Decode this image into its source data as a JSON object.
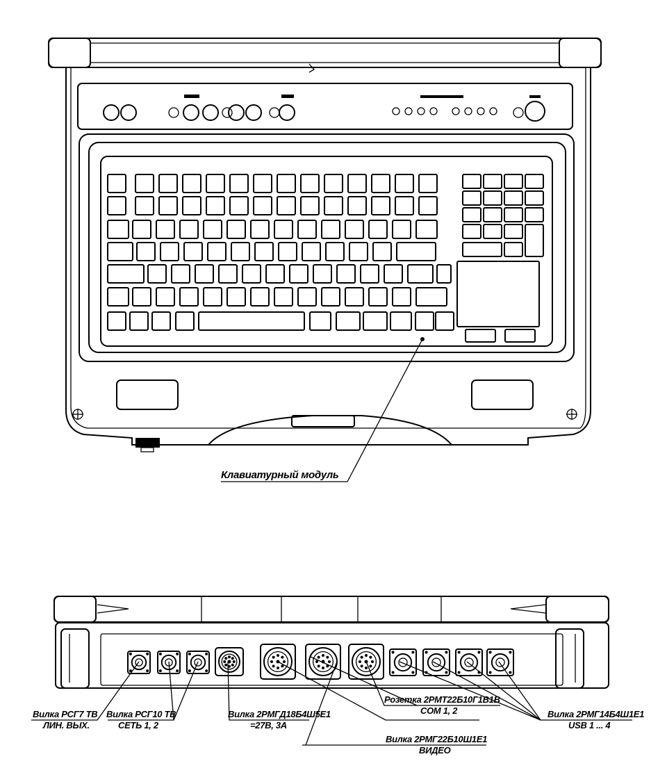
{
  "top_view": {
    "callout_keyboard": "Клавиатурный модуль"
  },
  "rear_view": {
    "callouts": [
      {
        "line1": "Вилка РСГ7 ТВ",
        "line2": "ЛИН. ВЫХ."
      },
      {
        "line1": "Вилка РСГ10 ТВ",
        "line2": "СЕТЬ 1, 2"
      },
      {
        "line1": "Вилка 2РМГД18Б4Ш5Е1",
        "line2": "=27В, 3А"
      },
      {
        "line1": "Розетка 2РМТ22Б10Г1В1В",
        "line2": "СОМ 1, 2"
      },
      {
        "line1": "Вилка 2РМГ22Б10Ш1Е1",
        "line2": "ВИДЕО"
      },
      {
        "line1": "Вилка 2РМГ14Б4Ш1Е1",
        "line2": "USB 1 ... 4"
      }
    ]
  }
}
